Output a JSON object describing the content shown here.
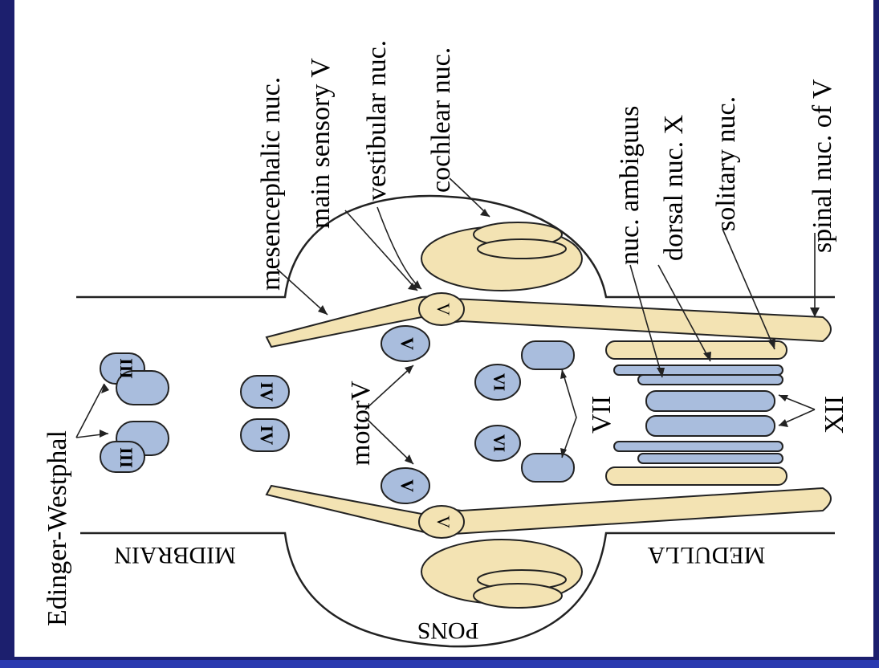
{
  "colors": {
    "frame": "#1c1f6e",
    "bottom_bar": "#2a3ab0",
    "background": "#ffffff",
    "sensory_fill": "#f3e3b3",
    "motor_fill": "#a9bddd",
    "outline": "#222222"
  },
  "regions": {
    "midbrain": "MIDBRAIN",
    "pons": "PONS",
    "medulla": "MEDULLA"
  },
  "labels": {
    "edinger_westphal": "Edinger-Westphal",
    "mesencephalic": "mesencephalic nuc.",
    "main_sensory": "main sensory V",
    "vestibular": "vestibular nuc.",
    "cochlear": "cochlear nuc.",
    "ambiguus": "nuc. ambiguus",
    "dorsal_x": "dorsal nuc. X",
    "solitary": "solitary nuc.",
    "spinal_v": "spinal nuc. of V",
    "motor_v": "motorV",
    "vii": "VII",
    "xii": "XII"
  },
  "nuclei": {
    "iii": "III",
    "iv": "IV",
    "v": "V",
    "vi": "VI"
  }
}
